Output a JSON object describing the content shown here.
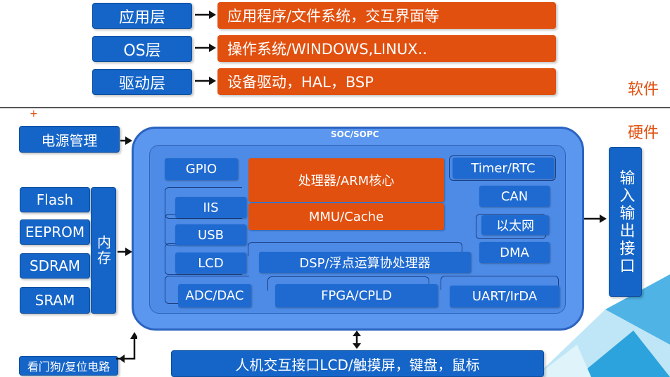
{
  "software": {
    "layers": [
      {
        "name": "应用层",
        "desc": "应用程序/文件系统，交互界面等"
      },
      {
        "name": "OS层",
        "desc": "操作系统/WINDOWS,LINUX.."
      },
      {
        "name": "驱动层",
        "desc": "设备驱动，HAL，BSP"
      }
    ],
    "label": "软件"
  },
  "hardware": {
    "label": "硬件",
    "plus_mark": "+",
    "power": "电源管理",
    "memory_items": [
      "Flash",
      "EEPROM",
      "SDRAM",
      "SRAM"
    ],
    "memory_label": "内存",
    "watchdog": "看门狗/复位电路",
    "io_label": "输入输出接口",
    "hmi": "人机交互接口LCD/触摸屏，键盘，鼠标",
    "soc": {
      "title": "SOC/SOPC",
      "gpio": "GPIO",
      "iis": "IIS",
      "usb": "USB",
      "lcd": "LCD",
      "adc": "ADC/DAC",
      "cpu": "处理器/ARM核心",
      "mmu": "MMU/Cache",
      "dsp": "DSP/浮点运算协处理器",
      "fpga": "FPGA/CPLD",
      "timer": "Timer/RTC",
      "can": "CAN",
      "ethernet": "以太网",
      "dma": "DMA",
      "uart": "UART/IrDA"
    }
  },
  "colors": {
    "blue": "#1565c8",
    "orange": "#e1500f",
    "soc_fill": "#5b97ee"
  }
}
